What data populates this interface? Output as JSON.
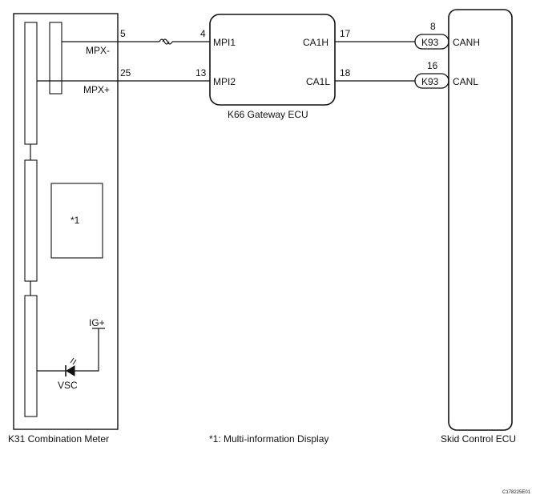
{
  "components": {
    "meter": {
      "name": "K31  Combination Meter",
      "display_ref": "*1"
    },
    "gateway": {
      "name": "K66  Gateway ECU"
    },
    "skid": {
      "name": "Skid Control ECU"
    }
  },
  "footnote": "*1: Multi-information Display",
  "figure_code": "C178225E01",
  "pins": {
    "mpx_minus_label": "MPX-",
    "mpx_minus_pin": "5",
    "mpx_plus_label": "MPX+",
    "mpx_plus_pin": "25",
    "mpi1_label": "MPI1",
    "mpi1_pin": "4",
    "mpi2_label": "MPI2",
    "mpi2_pin": "13",
    "ca1h_label": "CA1H",
    "ca1h_pin": "17",
    "ca1l_label": "CA1L",
    "ca1l_pin": "18",
    "canh_label": "CANH",
    "canh_pin": "8",
    "canl_label": "CANL",
    "canl_pin": "16"
  },
  "connectors": {
    "upper": "K93",
    "lower": "K93"
  },
  "power": {
    "ig_label": "IG+",
    "vsc_label": "VSC"
  }
}
